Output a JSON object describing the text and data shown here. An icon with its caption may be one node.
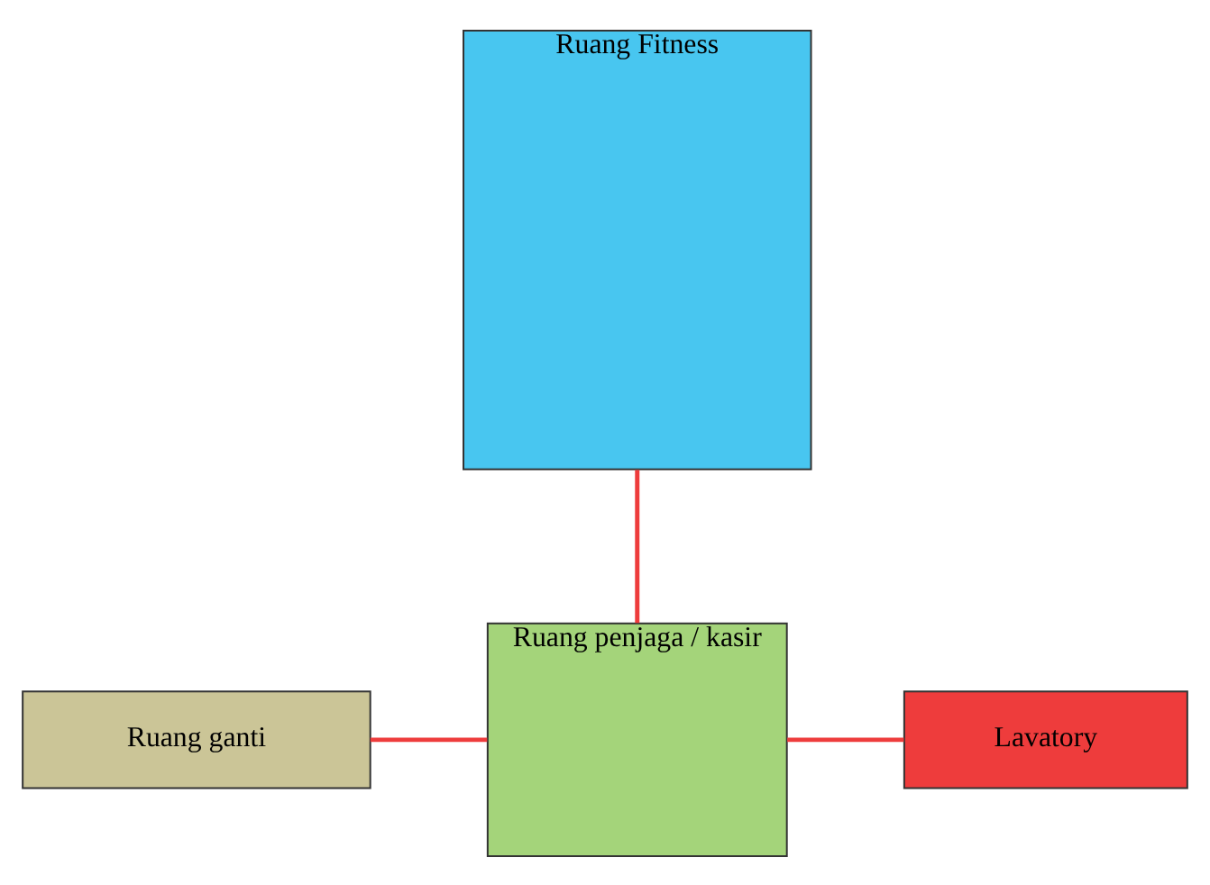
{
  "diagram": {
    "nodes": [
      {
        "text": [
          "Ruang Fitness"
        ]
      },
      {
        "text": [
          "Ruang ganti"
        ]
      },
      {
        "text": [
          "Ruang penjaga / kasir"
        ]
      },
      {
        "text": [
          "Lavatory"
        ]
      }
    ],
    "edges": [
      {
        "from": 0,
        "to": 2,
        "arrow": "none"
      },
      {
        "from": 1,
        "to": 2,
        "arrow": "none"
      },
      {
        "from": 2,
        "to": 3,
        "arrow": "none"
      }
    ]
  }
}
